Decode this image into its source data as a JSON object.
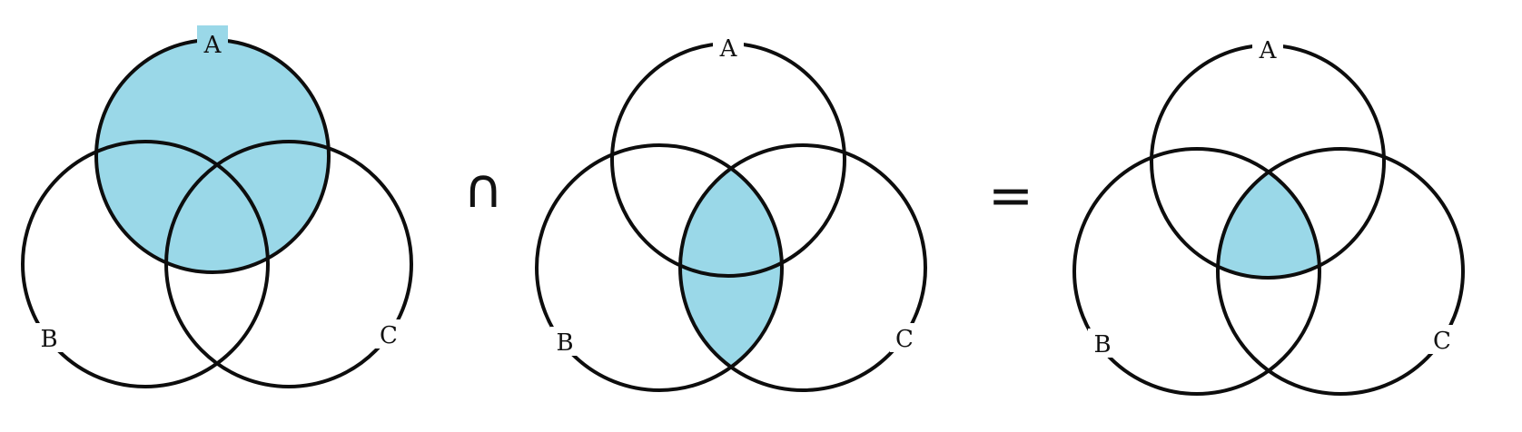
{
  "colors": {
    "fill": "#9ad8e8",
    "stroke": "#0d0d0d",
    "background": "#ffffff"
  },
  "operators": {
    "intersection": "∩",
    "equals": "="
  },
  "diagrams": [
    {
      "id": "diagram-1",
      "labels": {
        "a": "A",
        "b": "B",
        "c": "C"
      },
      "shaded_region": "A"
    },
    {
      "id": "diagram-2",
      "labels": {
        "a": "A",
        "b": "B",
        "c": "C"
      },
      "shaded_region": "B ∩ C"
    },
    {
      "id": "diagram-3",
      "labels": {
        "a": "A",
        "b": "B",
        "c": "C"
      },
      "shaded_region": "A ∩ B ∩ C"
    }
  ]
}
